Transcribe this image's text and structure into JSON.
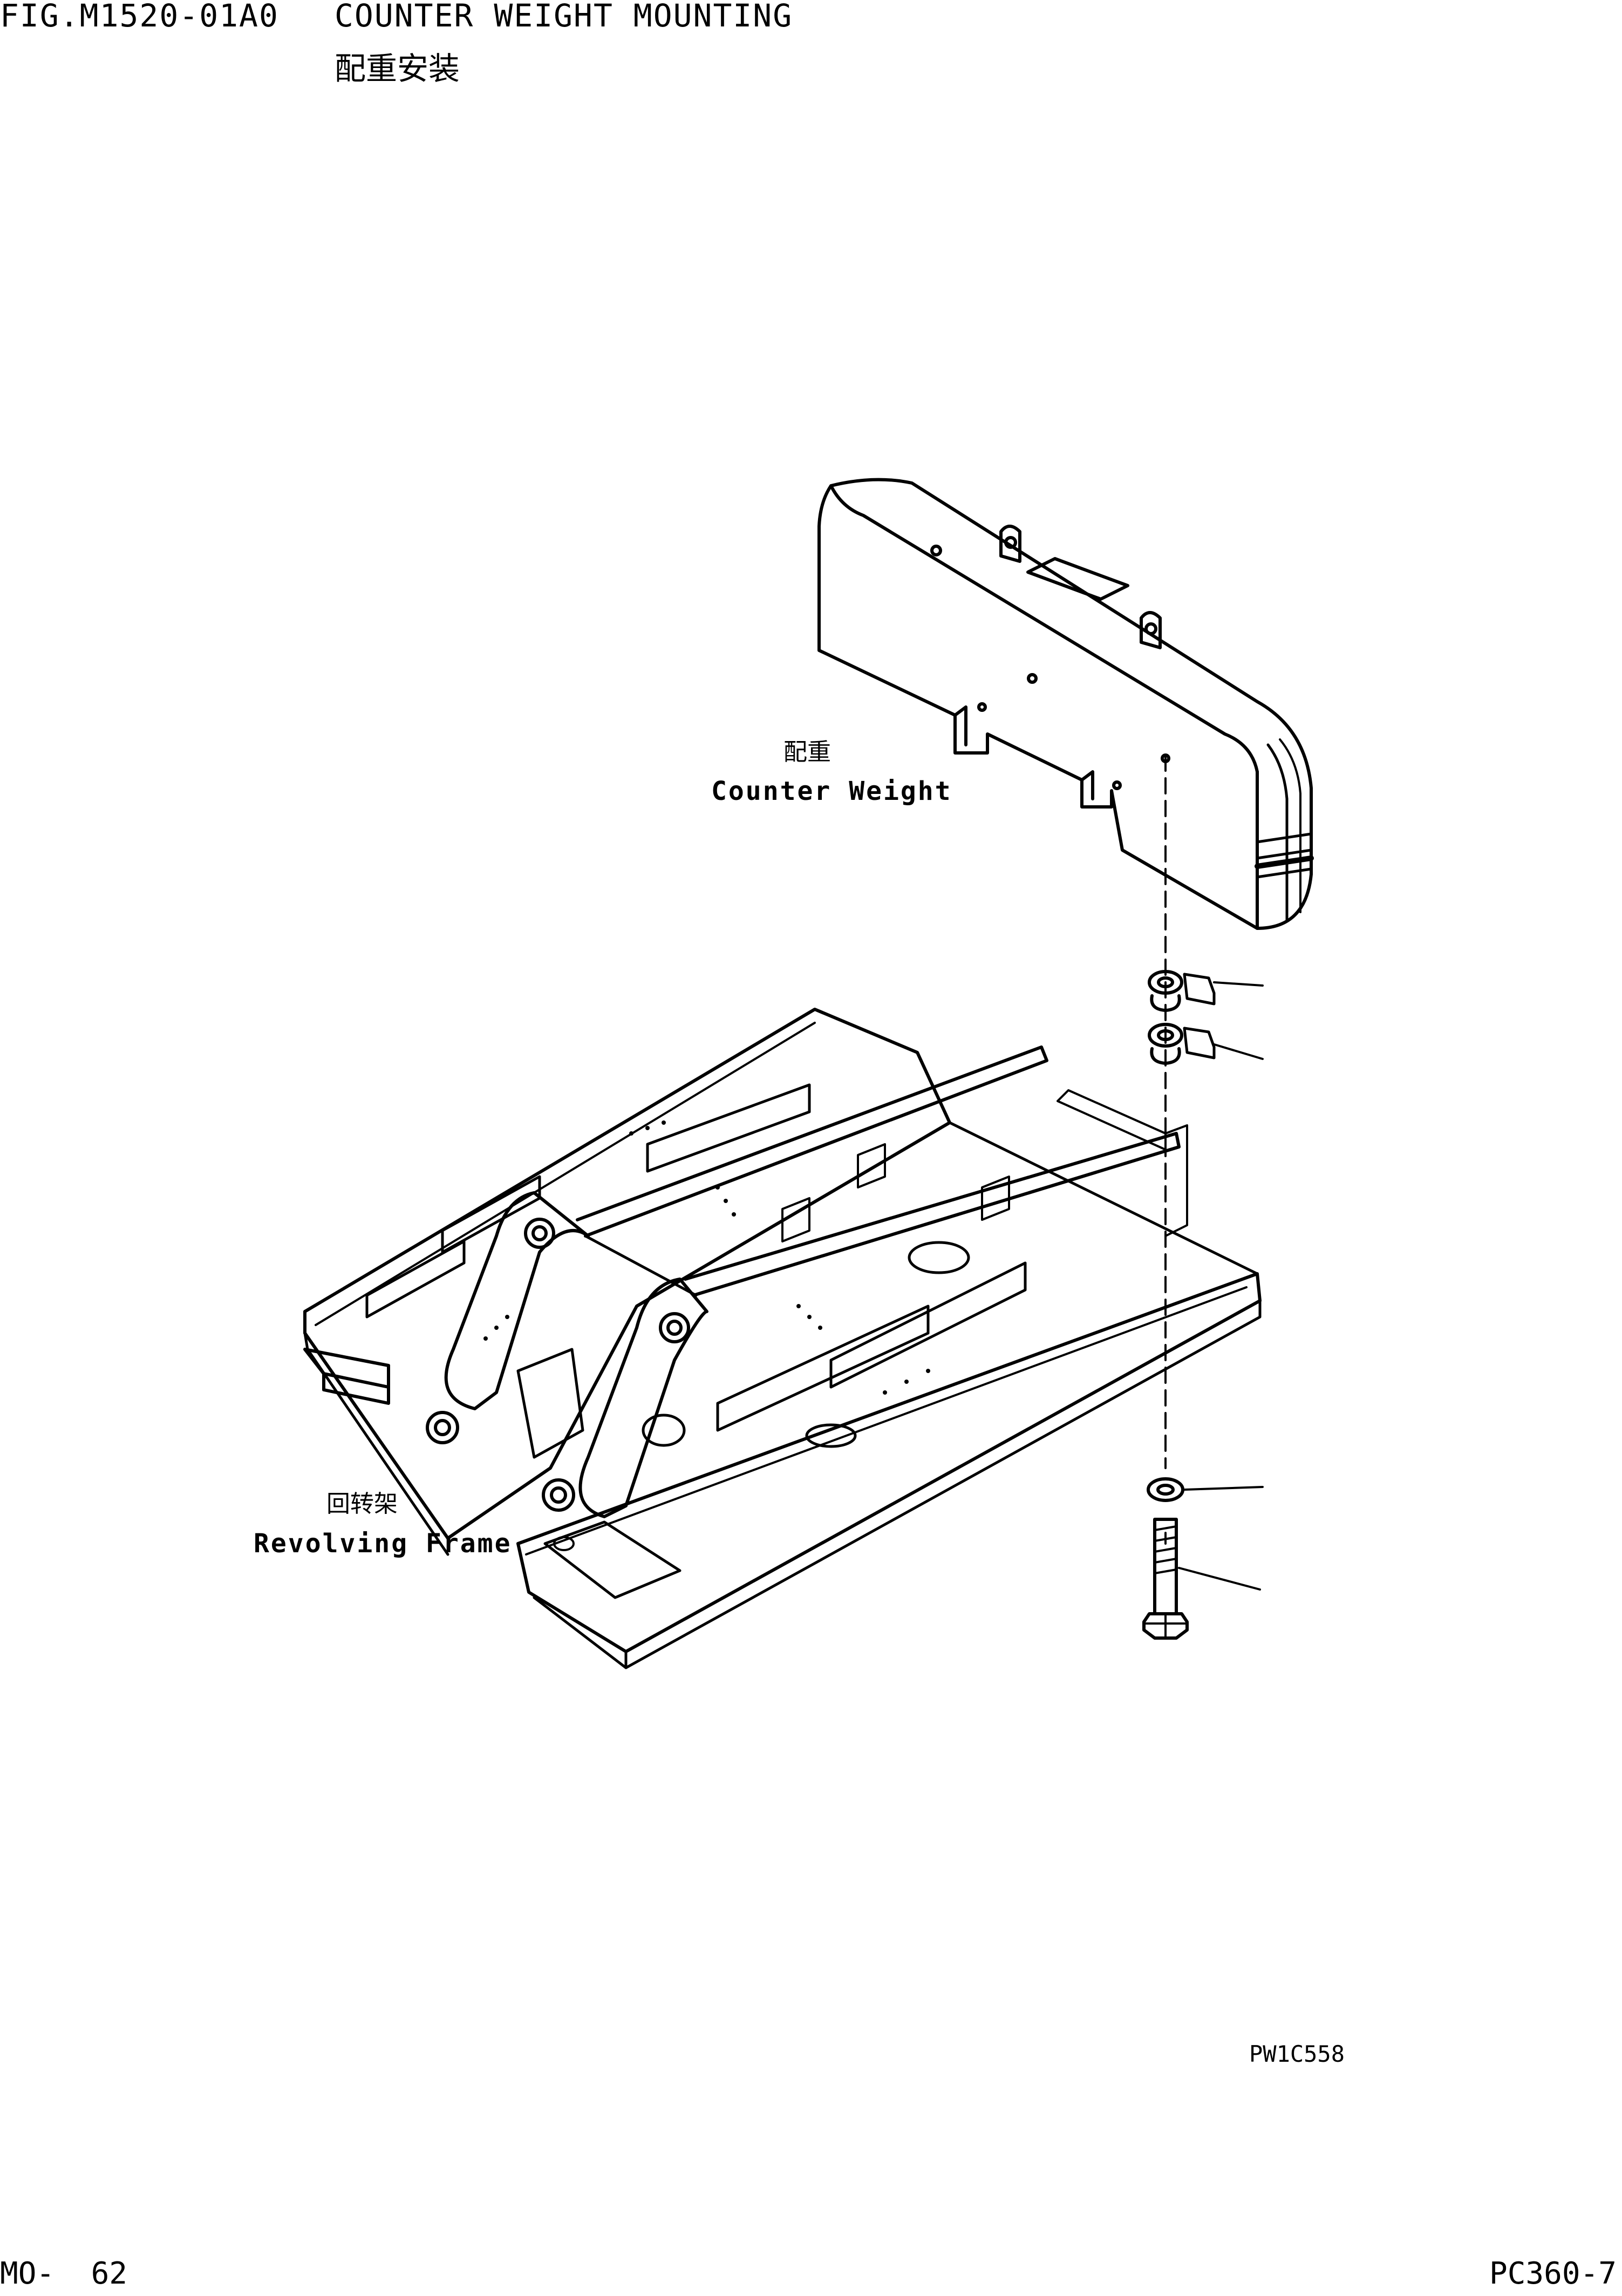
{
  "header": {
    "fig_id": "FIG.M1520-01A0",
    "title_en": "COUNTER WEIGHT MOUNTING",
    "title_cn": "配重安装"
  },
  "labels": {
    "counterweight_cn": "配重",
    "counterweight_en": "Counter Weight",
    "frame_cn": "回转架",
    "frame_en": "Revolving Frame"
  },
  "drawing_code": "PW1C558",
  "footer": {
    "page": "MO-  62",
    "model": "PC360-7"
  }
}
